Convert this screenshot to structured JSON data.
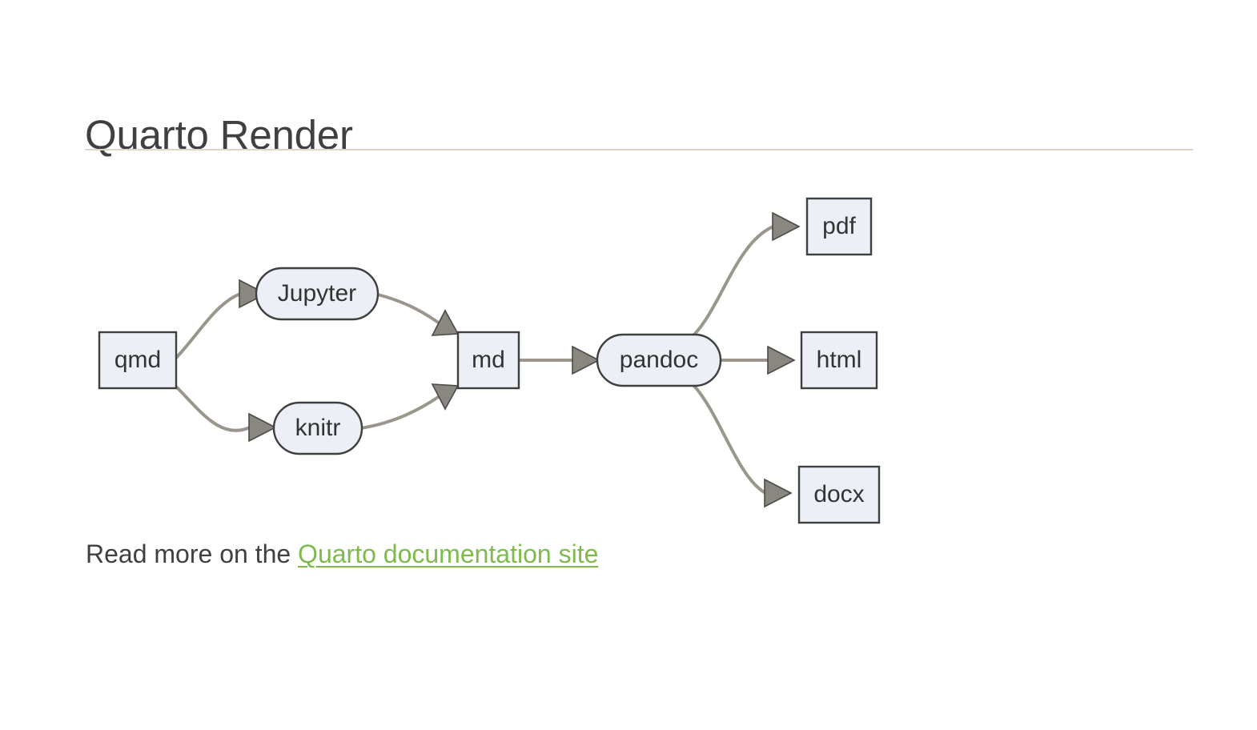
{
  "page": {
    "title": "Quarto Render",
    "background_color": "#ffffff",
    "text_color": "#3f4040",
    "rule_color": "#dfd6cb"
  },
  "footer": {
    "prefix_text": "Read more on the ",
    "link_text": "Quarto documentation site",
    "link_color": "#7fba4c"
  },
  "diagram": {
    "type": "flowchart",
    "direction": "left-to-right",
    "node_fill": "#eceff5",
    "node_stroke": "#3f3f3f",
    "edge_color": "#9a968c",
    "arrow_fill": "#8a8780",
    "nodes": [
      {
        "id": "qmd",
        "label": "qmd",
        "shape": "rectangle"
      },
      {
        "id": "jupyter",
        "label": "Jupyter",
        "shape": "stadium"
      },
      {
        "id": "knitr",
        "label": "knitr",
        "shape": "stadium"
      },
      {
        "id": "md",
        "label": "md",
        "shape": "rectangle"
      },
      {
        "id": "pandoc",
        "label": "pandoc",
        "shape": "stadium"
      },
      {
        "id": "pdf",
        "label": "pdf",
        "shape": "rectangle"
      },
      {
        "id": "html",
        "label": "html",
        "shape": "rectangle"
      },
      {
        "id": "docx",
        "label": "docx",
        "shape": "rectangle"
      }
    ],
    "edges": [
      {
        "from": "qmd",
        "to": "jupyter"
      },
      {
        "from": "qmd",
        "to": "knitr"
      },
      {
        "from": "jupyter",
        "to": "md"
      },
      {
        "from": "knitr",
        "to": "md"
      },
      {
        "from": "md",
        "to": "pandoc"
      },
      {
        "from": "pandoc",
        "to": "pdf"
      },
      {
        "from": "pandoc",
        "to": "html"
      },
      {
        "from": "pandoc",
        "to": "docx"
      }
    ]
  }
}
